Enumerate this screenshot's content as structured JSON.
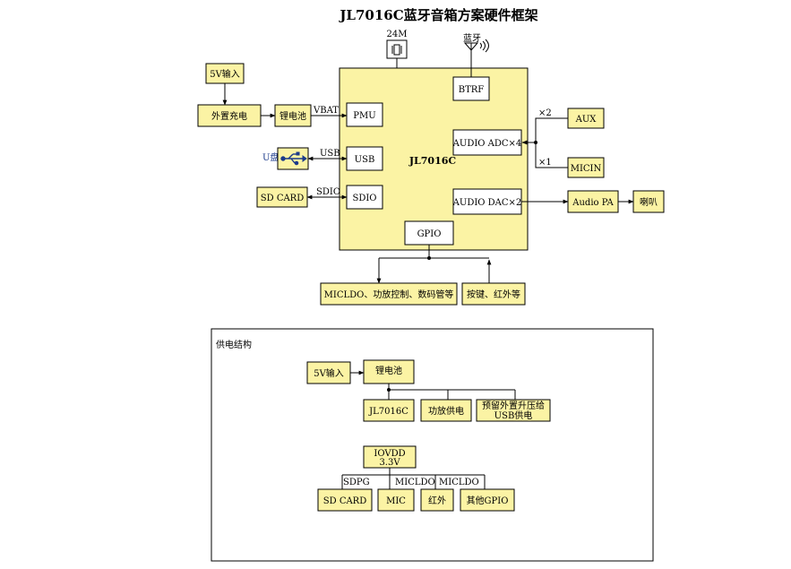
{
  "title": "JL7016C蓝牙音箱方案硬件框架",
  "chip": {
    "name": "JL7016C"
  },
  "crystal": "24M",
  "bluetooth": "蓝牙",
  "blocks": {
    "btrf": "BTRF",
    "pmu": "PMU",
    "usb": "USB",
    "sdio": "SDIO",
    "adc": "AUDIO ADC×4",
    "dac": "AUDIO DAC×2",
    "gpio": "GPIO"
  },
  "external": {
    "in5v": "5V输入",
    "charger": "外置充电",
    "battery": "锂电池",
    "udisk": "U盘",
    "sdcard": "SD CARD",
    "aux": "AUX",
    "micin": "MICIN",
    "audiopa": "Audio PA",
    "speaker": "喇叭",
    "gpio_out": "MICLDO、功放控制、数码管等",
    "gpio_in": "按键、红外等"
  },
  "signals": {
    "vbat": "VBAT",
    "usb": "USB",
    "sdio": "SDIO",
    "x2": "×2",
    "x1": "×1"
  },
  "power": {
    "title": "供电结构",
    "in5v": "5V输入",
    "battery": "锂电池",
    "chip": "JL7016C",
    "amp": "功放供电",
    "reserve_line1": "预留外置升压给",
    "reserve_line2": "USB供电",
    "iovdd_line1": "IOVDD",
    "iovdd_line2": "3.3V",
    "sdpg": "SDPG",
    "micldo1": "MICLDO",
    "micldo2": "MICLDO",
    "sdcard": "SD CARD",
    "mic": "MIC",
    "ir": "红外",
    "other": "其他GPIO"
  },
  "colors": {
    "block_fill": "#fbf3a4",
    "usb_icon": "#1b3a8a"
  }
}
